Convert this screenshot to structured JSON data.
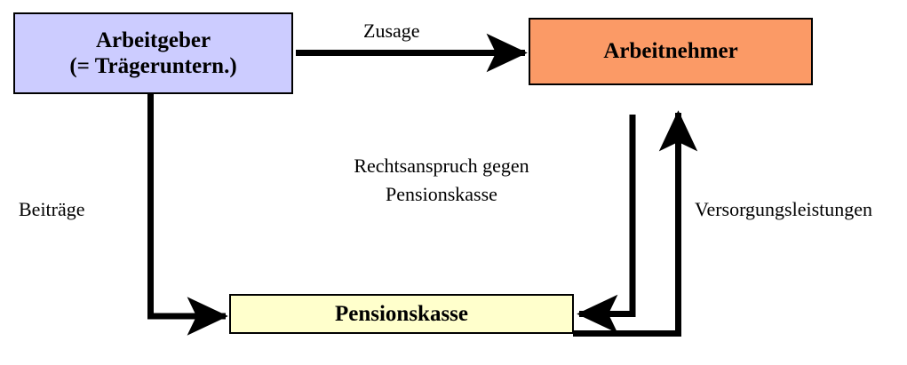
{
  "diagram": {
    "title": "Pensionskasse Durchfuehrungsweg",
    "background": "#ffffff",
    "nodes": [
      {
        "id": "arbeitgeber",
        "label": "Arbeitgeber\n(= Trägeruntern.)",
        "fill": "#ccccff",
        "stroke": "#000000"
      },
      {
        "id": "arbeitnehmer",
        "label": "Arbeitnehmer",
        "fill": "#fb9a66",
        "stroke": "#000000"
      },
      {
        "id": "pensionskasse",
        "label": "Pensionskasse",
        "fill": "#ffffcc",
        "stroke": "#000000"
      }
    ],
    "edges": [
      {
        "id": "zusage",
        "label": "Zusage",
        "from": "arbeitgeber",
        "to": "arbeitnehmer"
      },
      {
        "id": "beitraege",
        "label": "Beiträge",
        "from": "arbeitgeber",
        "to": "pensionskasse"
      },
      {
        "id": "rechtsanspruch",
        "label": "Rechtsanspruch gegen\nPensionskasse",
        "label_line_1": "Rechtsanspruch gegen",
        "label_line_2": "Pensionskasse",
        "from": "arbeitnehmer",
        "to": "pensionskasse"
      },
      {
        "id": "versorgungsleistungen",
        "label": "Versorgungsleistungen",
        "from": "pensionskasse",
        "to": "arbeitnehmer"
      }
    ]
  }
}
